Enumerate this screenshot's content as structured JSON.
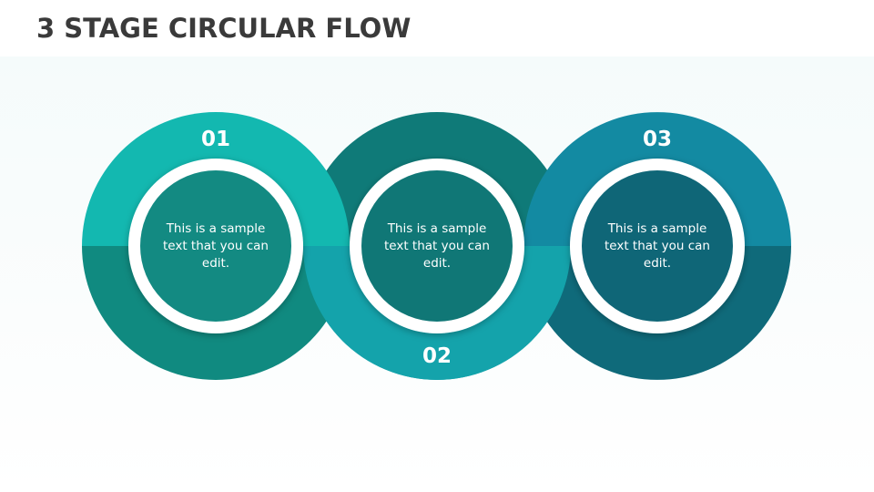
{
  "title": "3 STAGE CIRCULAR FLOW",
  "stages": [
    {
      "number": "01",
      "text": "This is a sample text that you can edit.",
      "colors": {
        "ring_top": "#13b8b0",
        "ring_bottom": "#108a80",
        "inner": "#138a82"
      }
    },
    {
      "number": "02",
      "text": "This is a sample text that you can edit.",
      "colors": {
        "ring_top": "#0f7a78",
        "ring_bottom": "#14a3ab",
        "inner": "#107776"
      }
    },
    {
      "number": "03",
      "text": "This is a sample text that you can edit.",
      "colors": {
        "ring_top": "#138aa2",
        "ring_bottom": "#0f6a7a",
        "inner": "#0f6677"
      }
    }
  ]
}
